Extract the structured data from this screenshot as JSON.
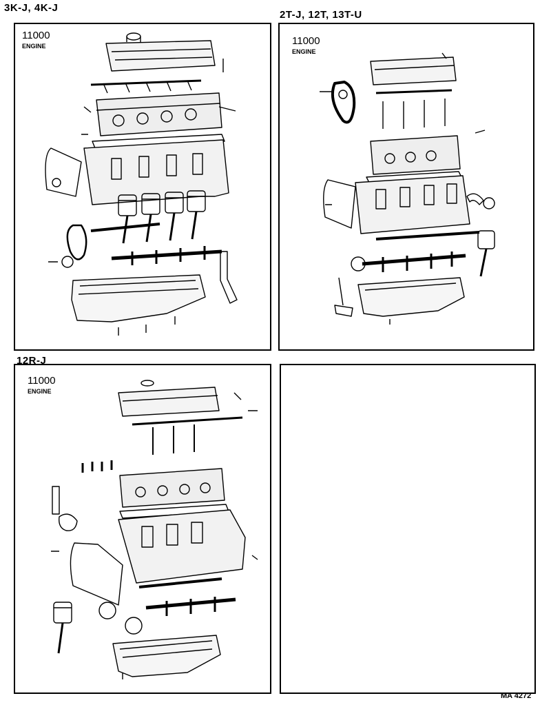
{
  "panels": [
    {
      "model": "3K-J, 4K-J",
      "code": "11000",
      "name": "ENGINE"
    },
    {
      "model": "2T-J, 12T, 13T-U",
      "code": "11000",
      "name": "ENGINE"
    },
    {
      "model": "12R-J",
      "code": "11000",
      "name": "ENGINE"
    }
  ],
  "footer": {
    "ref": "MA 4272"
  }
}
